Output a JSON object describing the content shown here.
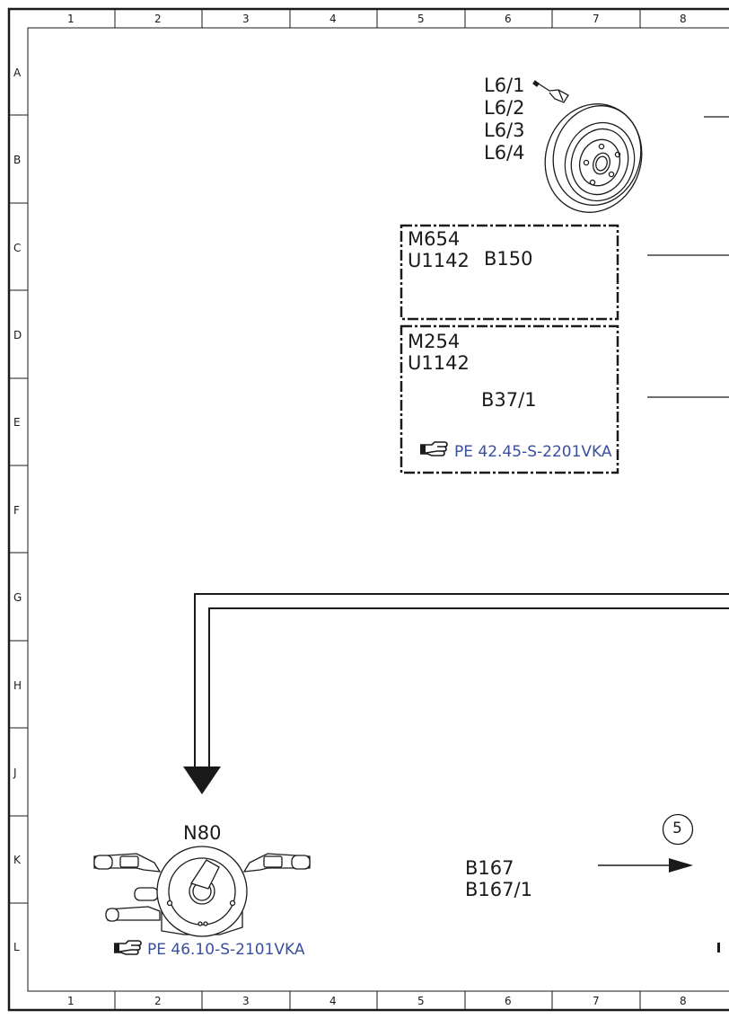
{
  "colors": {
    "line": "#1a1a1a",
    "link": "#3a4f9c"
  },
  "grid": {
    "columns": [
      "1",
      "2",
      "3",
      "4",
      "5",
      "6",
      "7",
      "8"
    ],
    "rows": [
      "A",
      "B",
      "C",
      "D",
      "E",
      "F",
      "G",
      "H",
      "J",
      "K",
      "L"
    ]
  },
  "components": {
    "wheel_sensors": [
      "L6/1",
      "L6/2",
      "L6/3",
      "L6/4"
    ],
    "box_c": {
      "line1": "M654",
      "line2": "U1142",
      "label": "B150"
    },
    "box_d": {
      "line1": "M254",
      "line2": "U1142",
      "label": "B37/1",
      "ref": "PE 42.45-S-2201VKA"
    },
    "switch": {
      "label": "N80",
      "ref": "PE 46.10-S-2101VKA"
    },
    "b167": {
      "line1": "B167",
      "line2": "B167/1"
    },
    "marker": "5"
  },
  "icons": [
    "pointing-hand-icon",
    "wheel-speed-sensor-icon",
    "brake-disc-icon",
    "steering-column-switch-icon"
  ]
}
